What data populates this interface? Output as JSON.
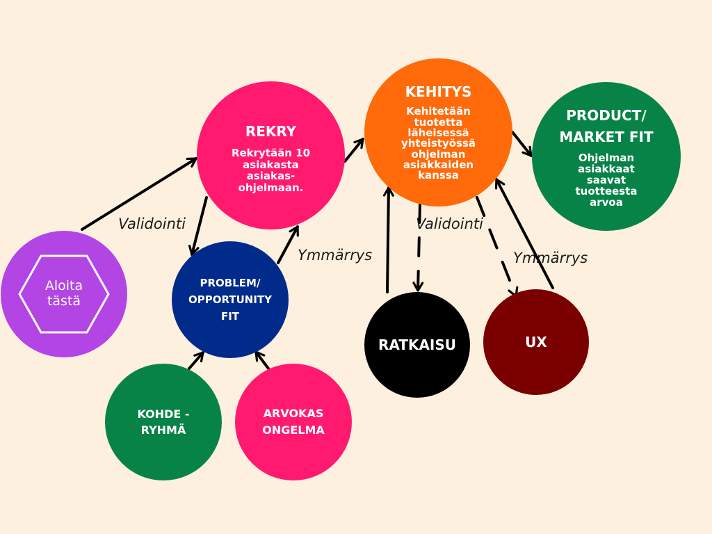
{
  "nodes": {
    "start": {
      "title": "Aloita\ntästä",
      "color": "#b245e4"
    },
    "rekry": {
      "title": "REKRY",
      "text": "Rekrytään 10\nasiakasta\nasiakas-\nohjelmaan.",
      "color": "#ff1a70"
    },
    "problem": {
      "title": "PROBLEM/\nOPPORTUNITY\nFIT",
      "color": "#002b8a"
    },
    "kohde": {
      "title": "KOHDE -\nRYHMÄ",
      "color": "#088348"
    },
    "arvokas": {
      "title": "ARVOKAS\nONGELMA",
      "color": "#ff1a70"
    },
    "kehitys": {
      "title": "KEHITYS",
      "text": "Kehitetään\ntuotetta\nläheisessä\nyhteistyössä\nohjelman\nasiakkaiden\nkanssa",
      "color": "#ff6a0a"
    },
    "pmf": {
      "title": "PRODUCT/\nMARKET FIT",
      "text": "Ohjelman\nasiakkaat\nsaavat\ntuotteesta\narvoa",
      "color": "#088348"
    },
    "ratkaisu": {
      "title": "RATKAISU",
      "color": "#000000"
    },
    "ux": {
      "title": "UX",
      "color": "#7a0000"
    }
  },
  "edge_labels": {
    "validointi_left": "Validointi",
    "ymmarrys_left": "Ymmärrys",
    "validointi_right": "Validointi",
    "ymmarrys_right": "Ymmärrys"
  },
  "colors": {
    "background": "#fdf0de",
    "arrow": "#000000"
  }
}
